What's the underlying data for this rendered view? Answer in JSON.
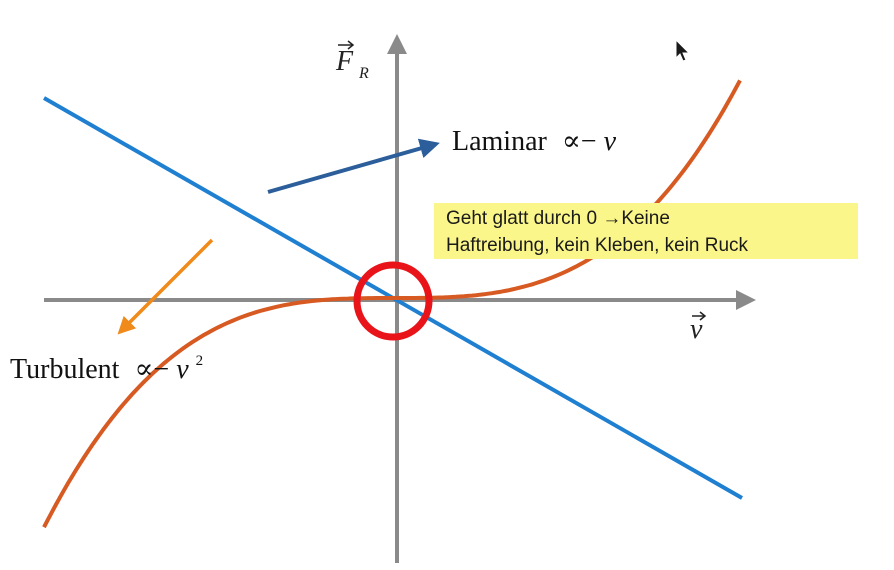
{
  "axes": {
    "y_label": "F",
    "y_subscript": "R",
    "x_label": "v"
  },
  "labels": {
    "laminar_text": "Laminar",
    "laminar_formula": "∝−",
    "laminar_var": "v",
    "turbulent_text": "Turbulent",
    "turbulent_formula": "∝−",
    "turbulent_var": "v",
    "turbulent_exp": "2"
  },
  "note": {
    "line1": "Geht glatt durch 0 →Keine",
    "line2": "Haftreibung, kein Kleben, kein Ruck"
  },
  "colors": {
    "axis": "#8a8a8a",
    "laminar_curve": "#1f7fd0",
    "turbulent_curve": "#d75a22",
    "laminar_arrow": "#2b5e9a",
    "turbulent_arrow": "#f08a1a",
    "highlight_circle": "#e8141a",
    "note_bg": "#fbf68a"
  },
  "icons": [
    "mouse-cursor-icon"
  ]
}
